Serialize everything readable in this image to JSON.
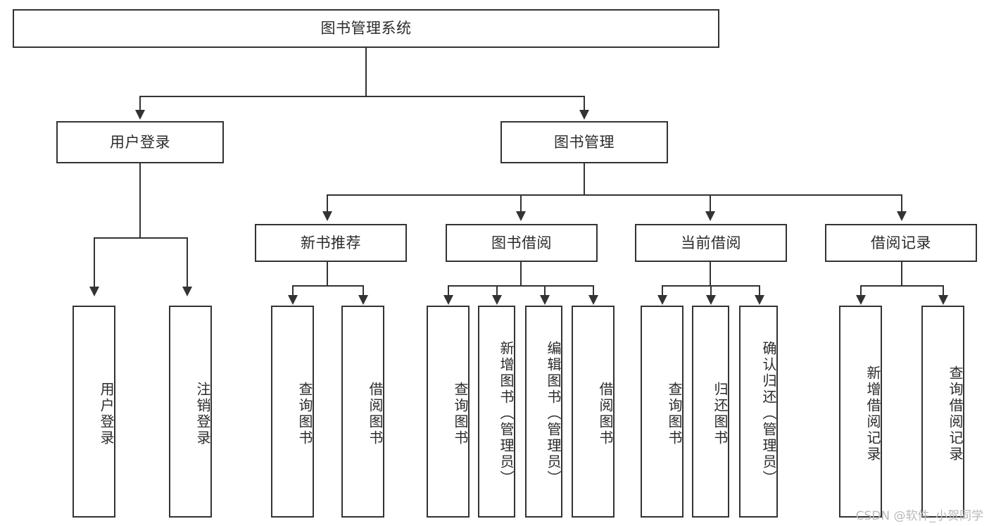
{
  "diagram": {
    "title": "图书管理系统",
    "type": "tree",
    "watermark": "CSDN @软件_小贺同学",
    "colors": {
      "stroke": "#333333",
      "text": "#2b2b2b",
      "background": "#ffffff",
      "watermark": "#b9b9b9"
    },
    "nodes": {
      "root": {
        "label": "图书管理系统"
      },
      "level2": [
        {
          "label": "用户登录"
        },
        {
          "label": "图书管理"
        }
      ],
      "level3": [
        {
          "label": "新书推荐"
        },
        {
          "label": "图书借阅"
        },
        {
          "label": "当前借阅"
        },
        {
          "label": "借阅记录"
        }
      ],
      "leaves": {
        "user_login": [
          {
            "label": "用户登录"
          },
          {
            "label": "注销登录"
          }
        ],
        "new_book_recommend": [
          {
            "label": "查询图书"
          },
          {
            "label": "借阅图书"
          }
        ],
        "book_borrow": [
          {
            "label": "查询图书"
          },
          {
            "label": "新增图书（管理员）"
          },
          {
            "label": "编辑图书（管理员）"
          },
          {
            "label": "借阅图书"
          }
        ],
        "current_borrow": [
          {
            "label": "查询图书"
          },
          {
            "label": "归还图书"
          },
          {
            "label": "确认归还（管理员）"
          }
        ],
        "borrow_record": [
          {
            "label": "新增借阅记录"
          },
          {
            "label": "查询借阅记录"
          }
        ]
      }
    }
  }
}
